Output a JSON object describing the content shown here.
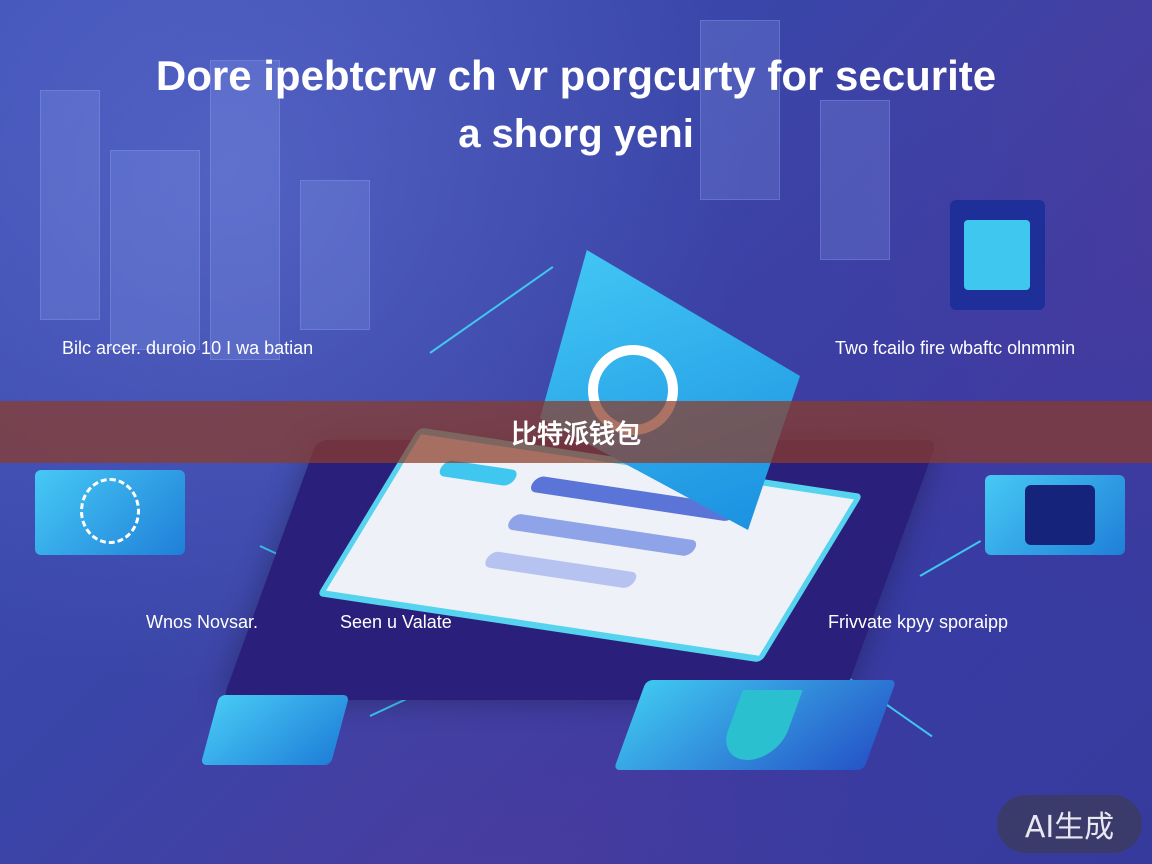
{
  "headline": {
    "line1": "Dore ipebtcrw ch vr porgcurty for securite",
    "line2": "a shorg yeni"
  },
  "callouts": {
    "top_left": "Bilc arcer. duroio 10 I wa batian",
    "top_right": "Two fcailo fire wbaftc olnmmin",
    "bottom_left": "Wnos Novsar.",
    "bottom_center": "Seen u Valate",
    "bottom_right": "Frivvate kpyy sporaipp"
  },
  "banner": {
    "text": "比特派钱包"
  },
  "badge": {
    "text": "AI生成"
  },
  "colors": {
    "accent": "#43c8f5",
    "background": "#3f4fb5",
    "banner": "#8c3c28"
  }
}
